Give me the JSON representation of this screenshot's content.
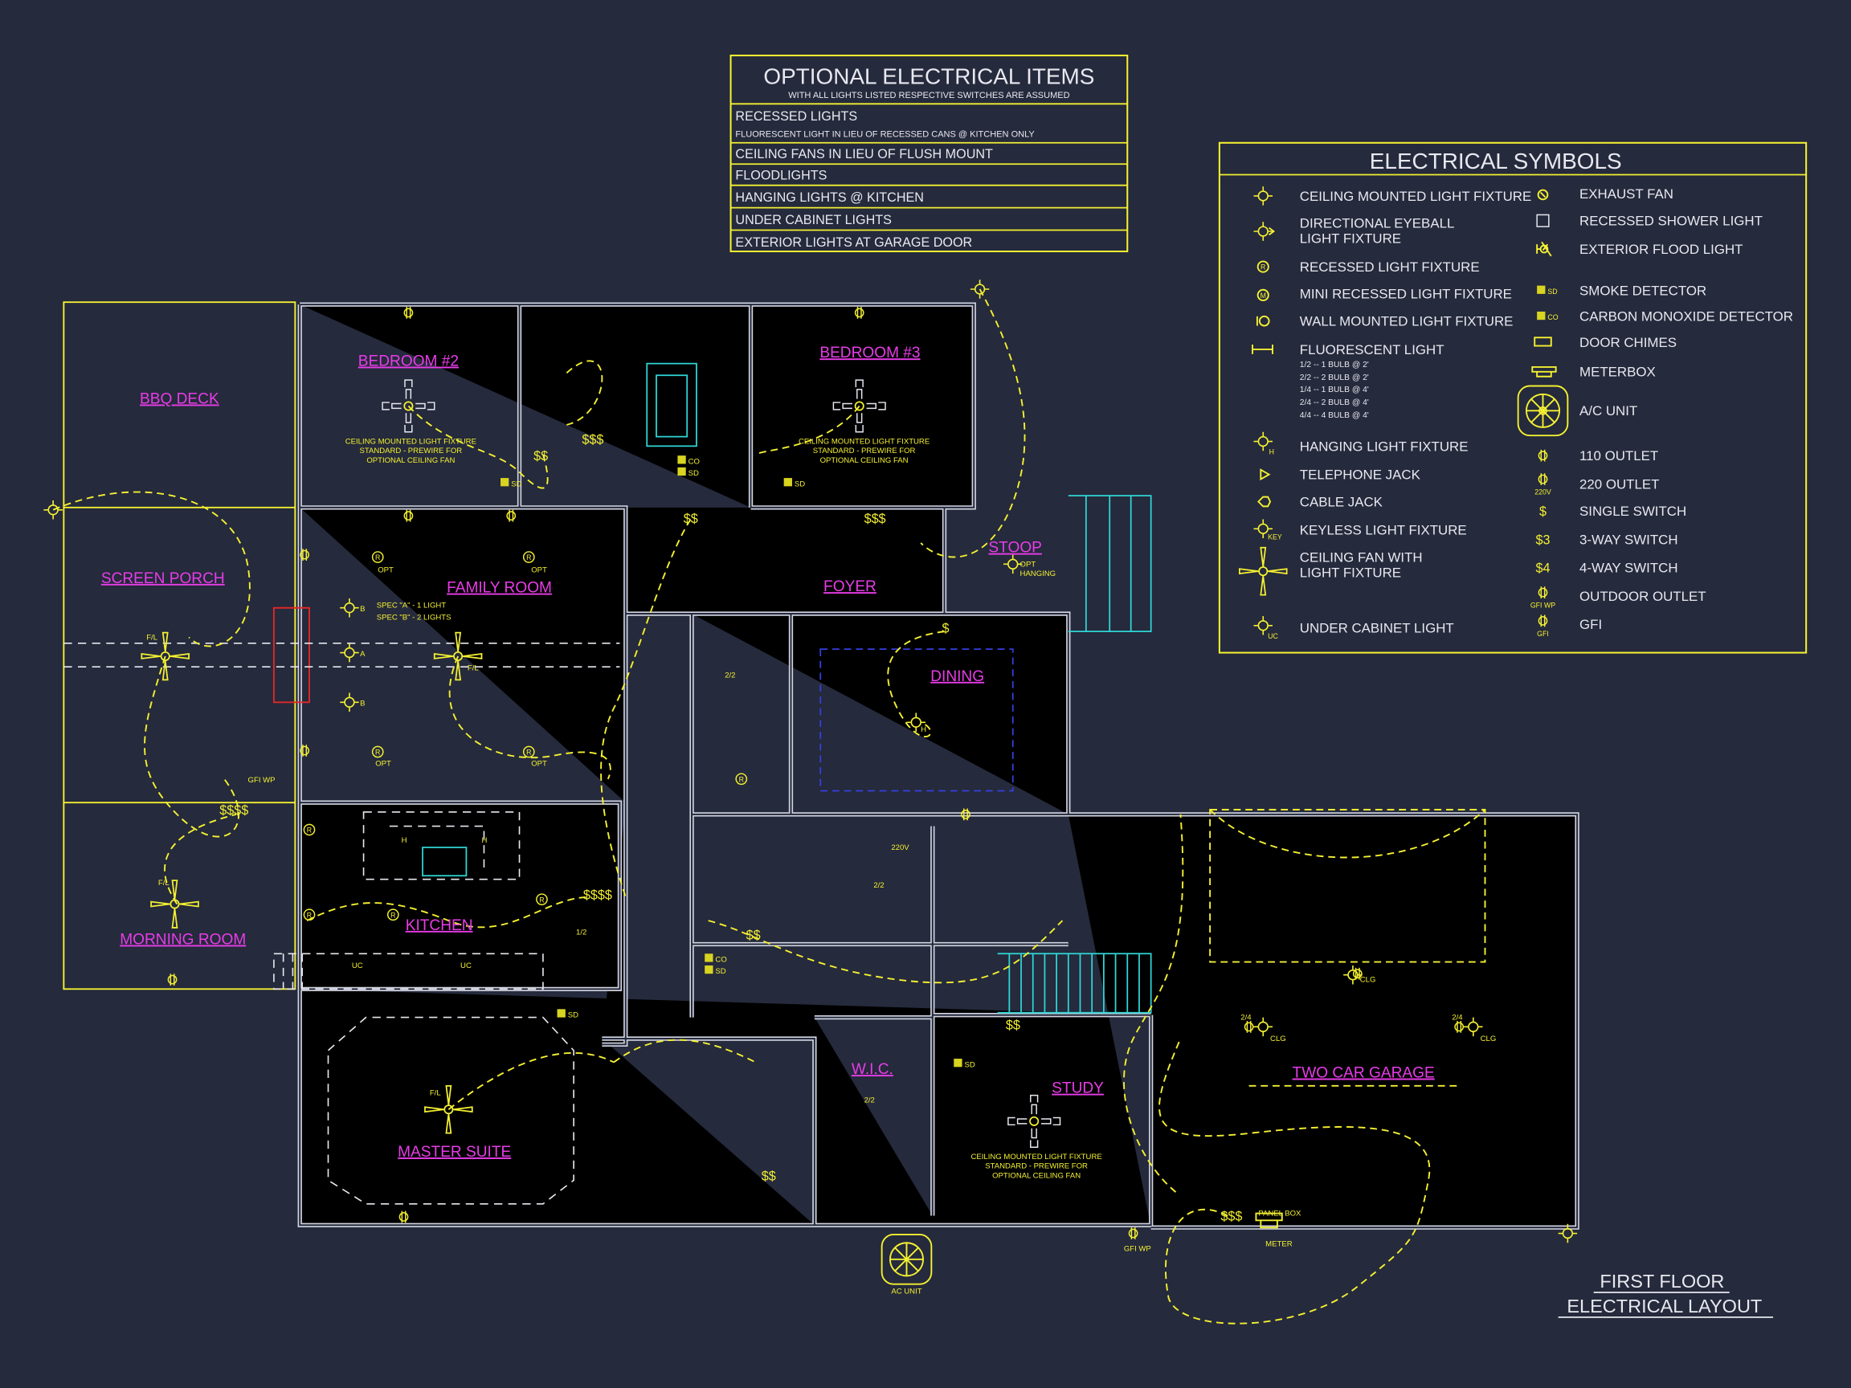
{
  "optional_items": {
    "title": "OPTIONAL ELECTRICAL ITEMS",
    "subtitle": "WITH ALL LIGHTS LISTED RESPECTIVE SWITCHES ARE ASSUMED",
    "rows": [
      {
        "label": "RECESSED LIGHTS",
        "note": "FLUORESCENT LIGHT IN LIEU OF RECESSED CANS @ KITCHEN ONLY"
      },
      {
        "label": "CEILING FANS IN LIEU OF FLUSH MOUNT"
      },
      {
        "label": "FLOODLIGHTS"
      },
      {
        "label": "HANGING LIGHTS @ KITCHEN"
      },
      {
        "label": "UNDER CABINET LIGHTS"
      },
      {
        "label": "EXTERIOR LIGHTS AT GARAGE DOOR"
      }
    ]
  },
  "legend": {
    "title": "ELECTRICAL SYMBOLS",
    "left": [
      {
        "icon": "ceiling-light-icon",
        "label": "CEILING MOUNTED LIGHT FIXTURE"
      },
      {
        "icon": "eyeball-light-icon",
        "label": "DIRECTIONAL EYEBALL",
        "label2": "LIGHT FIXTURE"
      },
      {
        "icon": "recessed-light-icon",
        "label": "RECESSED LIGHT FIXTURE",
        "glyph": "R"
      },
      {
        "icon": "mini-recessed-light-icon",
        "label": "MINI RECESSED LIGHT FIXTURE",
        "glyph": "M"
      },
      {
        "icon": "wall-light-icon",
        "label": "WALL MOUNTED LIGHT FIXTURE"
      },
      {
        "icon": "fluorescent-light-icon",
        "label": "FLUORESCENT LIGHT",
        "sub": [
          "1/2 -- 1 BULB @ 2'",
          "2/2 -- 2 BULB @ 2'",
          "1/4 -- 1 BULB @ 4'",
          "2/4 -- 2 BULB @ 4'",
          "4/4 -- 4 BULB @ 4'"
        ]
      },
      {
        "icon": "hanging-light-icon",
        "label": "HANGING LIGHT FIXTURE",
        "glyph": "H"
      },
      {
        "icon": "telephone-jack-icon",
        "label": "TELEPHONE JACK"
      },
      {
        "icon": "cable-jack-icon",
        "label": "CABLE JACK"
      },
      {
        "icon": "keyless-light-icon",
        "label": "KEYLESS LIGHT FIXTURE",
        "glyph": "KEY"
      },
      {
        "icon": "ceiling-fan-icon",
        "label": "CEILING FAN WITH",
        "label2": "LIGHT FIXTURE"
      },
      {
        "icon": "under-cabinet-light-icon",
        "label": "UNDER CABINET LIGHT",
        "glyph": "UC"
      }
    ],
    "right": [
      {
        "icon": "exhaust-fan-icon",
        "label": "EXHAUST FAN"
      },
      {
        "icon": "shower-light-icon",
        "label": "RECESSED SHOWER LIGHT"
      },
      {
        "icon": "flood-light-icon",
        "label": "EXTERIOR FLOOD LIGHT"
      },
      {
        "icon": "smoke-detector-icon",
        "label": "SMOKE DETECTOR",
        "glyph": "SD"
      },
      {
        "icon": "co-detector-icon",
        "label": "CARBON MONOXIDE DETECTOR",
        "glyph": "CO"
      },
      {
        "icon": "door-chimes-icon",
        "label": "DOOR CHIMES"
      },
      {
        "icon": "meterbox-icon",
        "label": "METERBOX"
      },
      {
        "icon": "ac-unit-icon",
        "label": "A/C UNIT"
      },
      {
        "icon": "outlet-110-icon",
        "label": "110 OUTLET"
      },
      {
        "icon": "outlet-220-icon",
        "label": "220 OUTLET",
        "glyph": "220V"
      },
      {
        "icon": "single-switch-icon",
        "label": "SINGLE SWITCH",
        "glyph": "$"
      },
      {
        "icon": "three-way-switch-icon",
        "label": "3-WAY SWITCH",
        "glyph": "$3"
      },
      {
        "icon": "four-way-switch-icon",
        "label": "4-WAY SWITCH",
        "glyph": "$4"
      },
      {
        "icon": "outdoor-outlet-icon",
        "label": "OUTDOOR OUTLET",
        "glyph": "GFI WP"
      },
      {
        "icon": "gfi-icon",
        "label": "GFI",
        "glyph": "GFI"
      }
    ]
  },
  "rooms": {
    "bbq_deck": "BBQ DECK",
    "bedroom2": "BEDROOM #2",
    "bedroom3": "BEDROOM #3",
    "screen_porch": "SCREEN PORCH",
    "family_room": "FAMILY ROOM",
    "foyer": "FOYER",
    "stoop": "STOOP",
    "dining": "DINING",
    "kitchen": "KITCHEN",
    "morning_room": "MORNING ROOM",
    "master_suite": "MASTER SUITE",
    "wic": "W.I.C.",
    "study": "STUDY",
    "garage": "TWO CAR GARAGE"
  },
  "notes": {
    "fan_prewire": [
      "CEILING MOUNTED LIGHT FIXTURE",
      "STANDARD - PREWIRE FOR",
      "OPTIONAL CEILING FAN"
    ],
    "spec_a": "SPEC \"A\" - 1 LIGHT",
    "spec_b": "SPEC \"B\" - 2 LIGHTS",
    "fl": "F/L",
    "opt": "OPT",
    "sd": "SD",
    "co": "CO",
    "gfi_wp": "GFI WP",
    "panel_box": "PANEL BOX",
    "meter": "METER",
    "ac_unit": "AC UNIT",
    "clg": "CLG",
    "f24": "2/4",
    "f22": "2/2",
    "f12": "1/2",
    "v220": "220V",
    "opt_hanging": [
      "OPT",
      "HANGING"
    ],
    "spec_a_mark": "A",
    "spec_b_mark": "B",
    "h": "H",
    "uc": "UC"
  },
  "title": {
    "line1": "FIRST FLOOR",
    "line2": "ELECTRICAL LAYOUT"
  },
  "colors": {
    "background": "#252a3c",
    "wiring": "#f4f032",
    "walls": "#d4d6e2",
    "room_labels": "#e83ce8",
    "fixtures_cyan": "#2fd6d6"
  }
}
